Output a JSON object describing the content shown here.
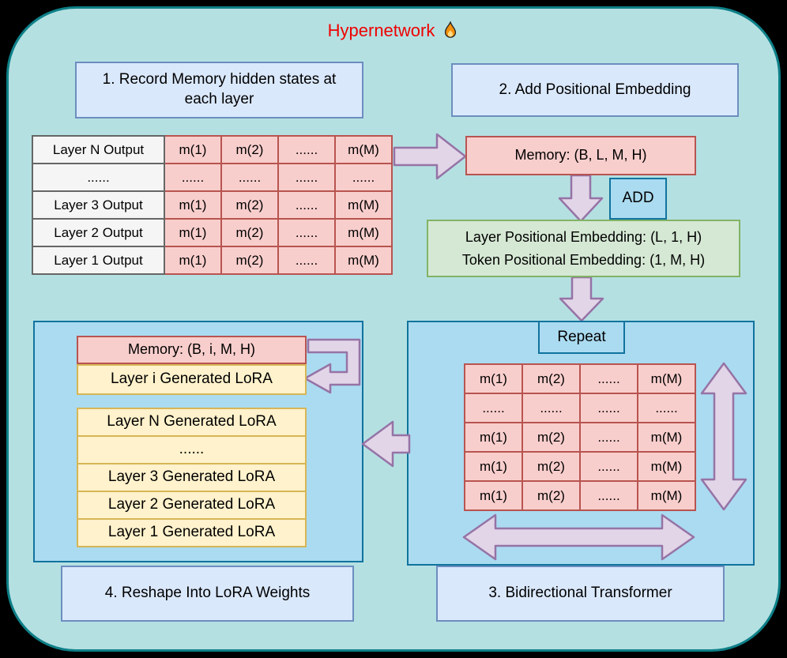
{
  "title": {
    "text": "Hypernetwork"
  },
  "colors": {
    "page_background": "#000000",
    "container_fill": "#b5e0e2",
    "container_stroke": "#0e8088",
    "label_box_fill": "#dae8fc",
    "label_box_stroke": "#6c8ebf",
    "pink_fill": "#f8cecc",
    "pink_stroke": "#b85450",
    "green_fill": "#d5e8d4",
    "green_stroke": "#82b366",
    "yellow_fill": "#fff2cc",
    "yellow_stroke": "#d6b656",
    "blue_fill": "#abdbf0",
    "blue_stroke": "#10739e",
    "gray_cell_fill": "#f5f5f5",
    "gray_cell_stroke": "#666666",
    "arrow_fill": "#e1d5e7",
    "arrow_stroke": "#9673a6",
    "title_color": "#ee0000"
  },
  "step1": {
    "label": "1. Record Memory hidden states at each layer"
  },
  "memory_table": {
    "rows": [
      {
        "head": "Layer N Output",
        "cells": [
          "m(1)",
          "m(2)",
          "......",
          "m(M)"
        ]
      },
      {
        "head": "......",
        "cells": [
          "......",
          "......",
          "......",
          "......"
        ]
      },
      {
        "head": "Layer 3 Output",
        "cells": [
          "m(1)",
          "m(2)",
          "......",
          "m(M)"
        ]
      },
      {
        "head": "Layer 2 Output",
        "cells": [
          "m(1)",
          "m(2)",
          "......",
          "m(M)"
        ]
      },
      {
        "head": "Layer 1 Output",
        "cells": [
          "m(1)",
          "m(2)",
          "......",
          "m(M)"
        ]
      }
    ]
  },
  "step2": {
    "label": "2. Add Positional Embedding",
    "memory_label": "Memory: (B, L, M, H)",
    "add_label": "ADD",
    "embedding_line1": "Layer Positional Embedding: (L, 1, H)",
    "embedding_line2": "Token Positional Embedding: (1, M, H)"
  },
  "step3": {
    "label": "3. Bidirectional Transformer",
    "repeat_label": "Repeat",
    "table": {
      "rows": [
        {
          "cells": [
            "m(1)",
            "m(2)",
            "......",
            "m(M)"
          ]
        },
        {
          "cells": [
            "......",
            "......",
            "......",
            "......"
          ]
        },
        {
          "cells": [
            "m(1)",
            "m(2)",
            "......",
            "m(M)"
          ]
        },
        {
          "cells": [
            "m(1)",
            "m(2)",
            "......",
            "m(M)"
          ]
        },
        {
          "cells": [
            "m(1)",
            "m(2)",
            "......",
            "m(M)"
          ]
        }
      ]
    }
  },
  "step4": {
    "label": "4. Reshape Into LoRA Weights",
    "memory_label": "Memory: (B, i, M, H)",
    "current_lora_label": "Layer i Generated LoRA",
    "lora_stack": [
      "Layer N Generated LoRA",
      "......",
      "Layer 3 Generated LoRA",
      "Layer 2 Generated LoRA",
      "Layer 1 Generated LoRA"
    ]
  }
}
